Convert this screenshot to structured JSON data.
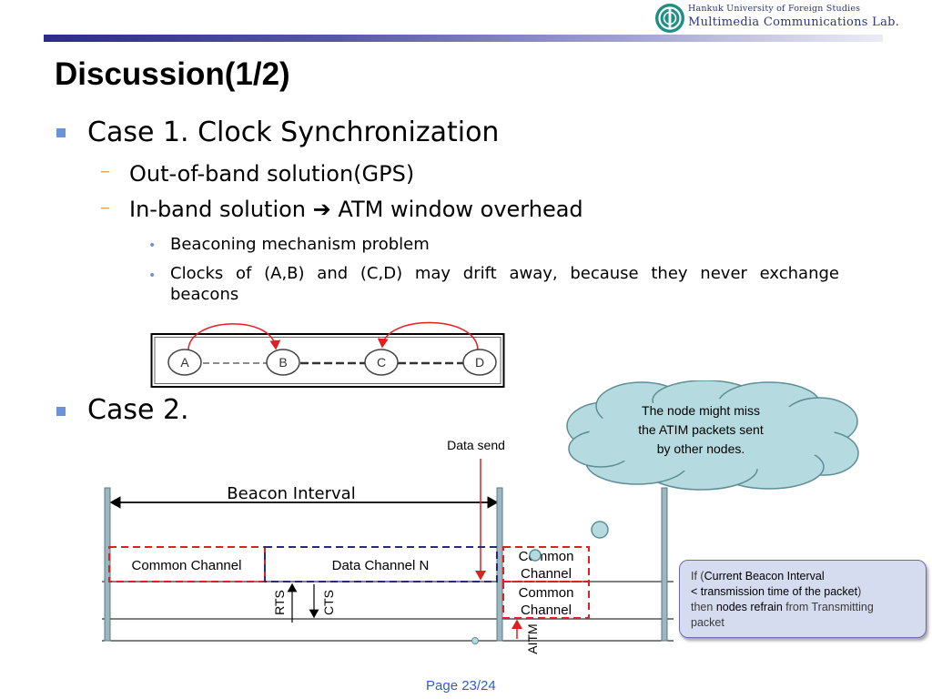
{
  "header": {
    "university": "Hankuk University of Foreign Studies",
    "lab": "Multimedia Communications Lab."
  },
  "title": "Discussion(1/2)",
  "case1": {
    "heading": "Case 1. Clock Synchronization",
    "sub1": "Out-of-band solution(GPS)",
    "sub2_prefix": "In-band solution",
    "sub2_arrow": "➔",
    "sub2_suffix": "ATM window overhead",
    "bullet1": "Beaconing mechanism problem",
    "bullet2_line1": "Clocks of (A,B) and (C,D) may drift away, because they never exchange",
    "bullet2_line2": "beacons"
  },
  "nodes": [
    "A",
    "B",
    "C",
    "D"
  ],
  "case2": {
    "heading": "Case 2."
  },
  "cloud": {
    "line1": "The node might miss",
    "line2": "the ATIM packets sent",
    "line3": "by other nodes."
  },
  "timing": {
    "data_send": "Data send",
    "beacon_interval": "Beacon Interval",
    "common_channel": "Common Channel",
    "data_channel": "Data Channel N",
    "common_l1": "Common",
    "common_l2": "Channel",
    "rts": "RTS",
    "cts": "CTS",
    "aitm": "AITM"
  },
  "note": {
    "line1a": "If (",
    "line1b": "Current Beacon Interval",
    "line2": "< transmission time of the packet",
    "line2c": ")",
    "line3a": "then ",
    "line3b": "nodes refrain",
    "line3c": " from Transmitting",
    "line4": "packet"
  },
  "footer": {
    "page_label": "Page 23",
    "total": "/24"
  },
  "colors": {
    "accent": "#6a93d8",
    "dash": "#e8a05a",
    "red": "#e02020",
    "navy": "#2a2a7a",
    "cloud": "#b5dbe0",
    "note_bg": "#d6dcef"
  }
}
